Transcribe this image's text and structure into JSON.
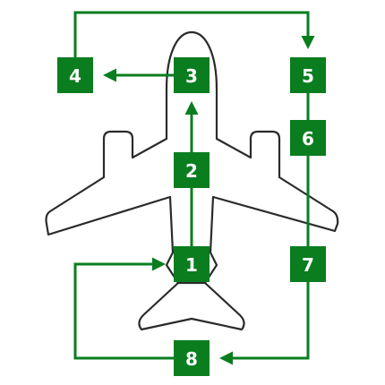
{
  "colors": {
    "step_fill": "#0a7d1f",
    "arrow": "#0a7d1f",
    "outline": "#2b2b2b",
    "label": "#ffffff"
  },
  "steps": [
    {
      "label": "1"
    },
    {
      "label": "2"
    },
    {
      "label": "3"
    },
    {
      "label": "4"
    },
    {
      "label": "5"
    },
    {
      "label": "6"
    },
    {
      "label": "7"
    },
    {
      "label": "8"
    }
  ]
}
